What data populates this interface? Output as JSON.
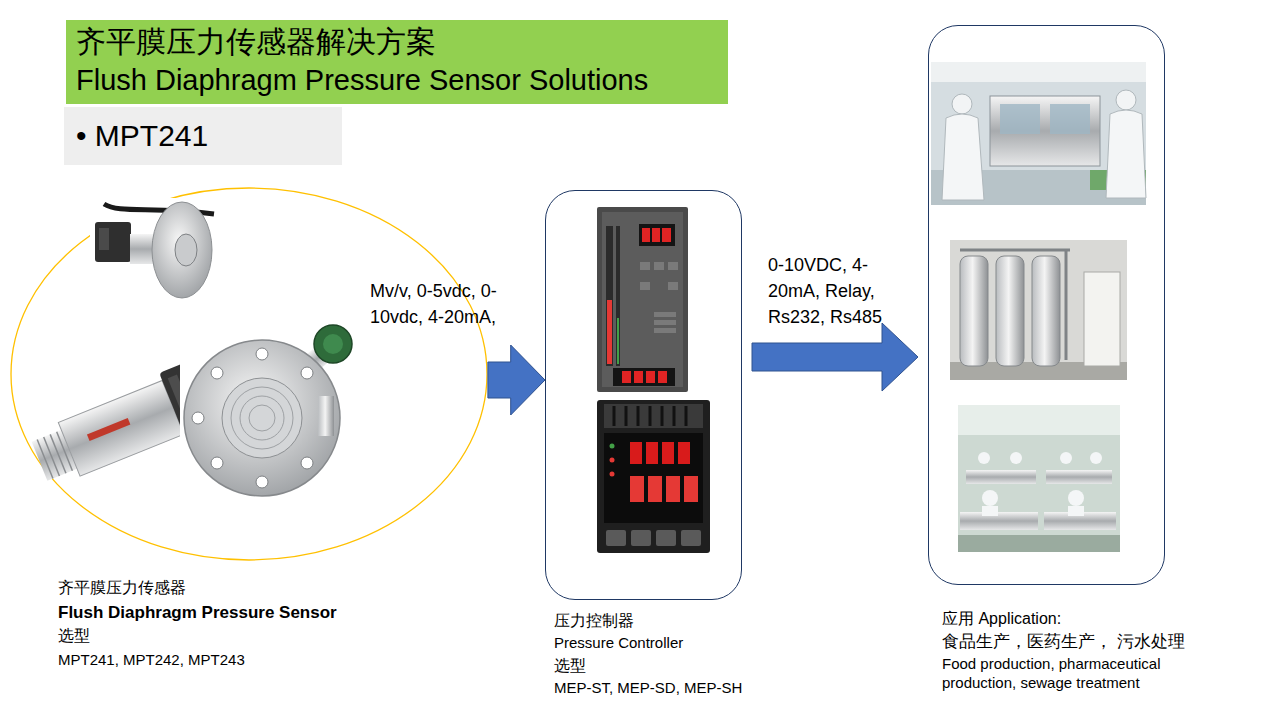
{
  "diagram": {
    "nodes": [
      {
        "text": [
          "齐平膜压力传感器解决方案",
          "Flush Diaphragm Pressure Sensor Solutions"
        ]
      },
      {
        "text": [
          "• MPT241"
        ]
      },
      {
        "text": [
          "齐平膜压力传感器",
          "Flush Diaphragm Pressure Sensor",
          "选型",
          "MPT241, MPT242, MPT243"
        ]
      },
      {
        "text": [
          "压力控制器",
          "Pressure Controller",
          "选型",
          "MEP-ST, MEP-SD, MEP-SH"
        ]
      },
      {
        "text": [
          "应用 Application:",
          "食品生产，医药生产， 污水处理",
          "Food production, pharmaceutical production, sewage treatment"
        ]
      }
    ],
    "edges": [
      {
        "from": 2,
        "to": 3,
        "label": "Mv/v, 0-5vdc, 0-10vdc, 4-20mA,",
        "arrow": "to"
      },
      {
        "from": 3,
        "to": 4,
        "label": "0-10VDC, 4-20mA, Relay, Rs232, Rs485",
        "arrow": "to"
      }
    ]
  }
}
